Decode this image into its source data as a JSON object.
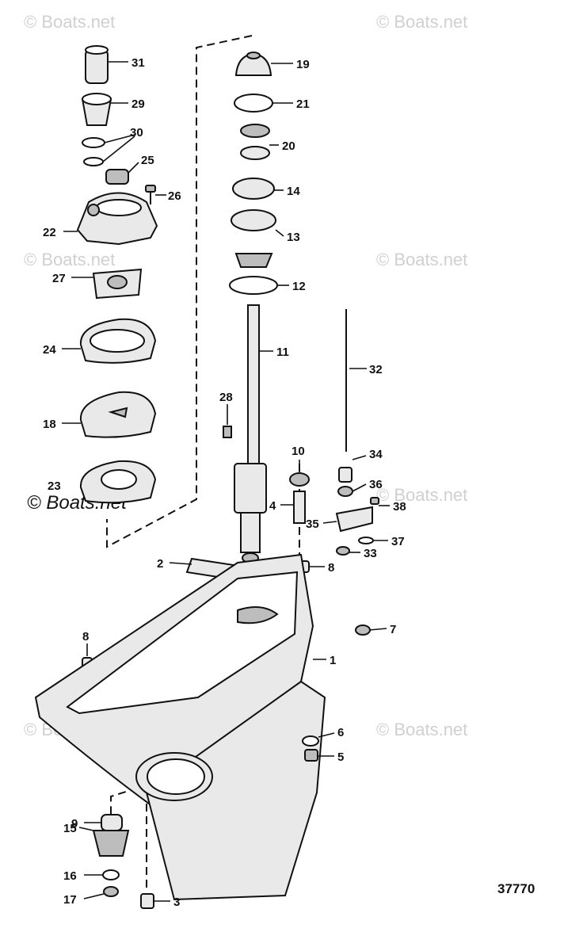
{
  "watermark": "© Boats.net",
  "diagram_number": "37770",
  "callouts": {
    "c1": "1",
    "c2": "2",
    "c3": "3",
    "c4": "4",
    "c5": "5",
    "c6": "6",
    "c7": "7",
    "c8a": "8",
    "c8b": "8",
    "c9": "9",
    "c10": "10",
    "c11": "11",
    "c12": "12",
    "c13": "13",
    "c14": "14",
    "c15": "15",
    "c16": "16",
    "c17": "17",
    "c18": "18",
    "c19": "19",
    "c20": "20",
    "c21": "21",
    "c22": "22",
    "c23": "23",
    "c24": "24",
    "c25": "25",
    "c26": "26",
    "c27": "27",
    "c28": "28",
    "c29": "29",
    "c30": "30",
    "c31": "31",
    "c32": "32",
    "c33": "33",
    "c34": "34",
    "c35": "35",
    "c36": "36",
    "c37": "37",
    "c38": "38"
  }
}
